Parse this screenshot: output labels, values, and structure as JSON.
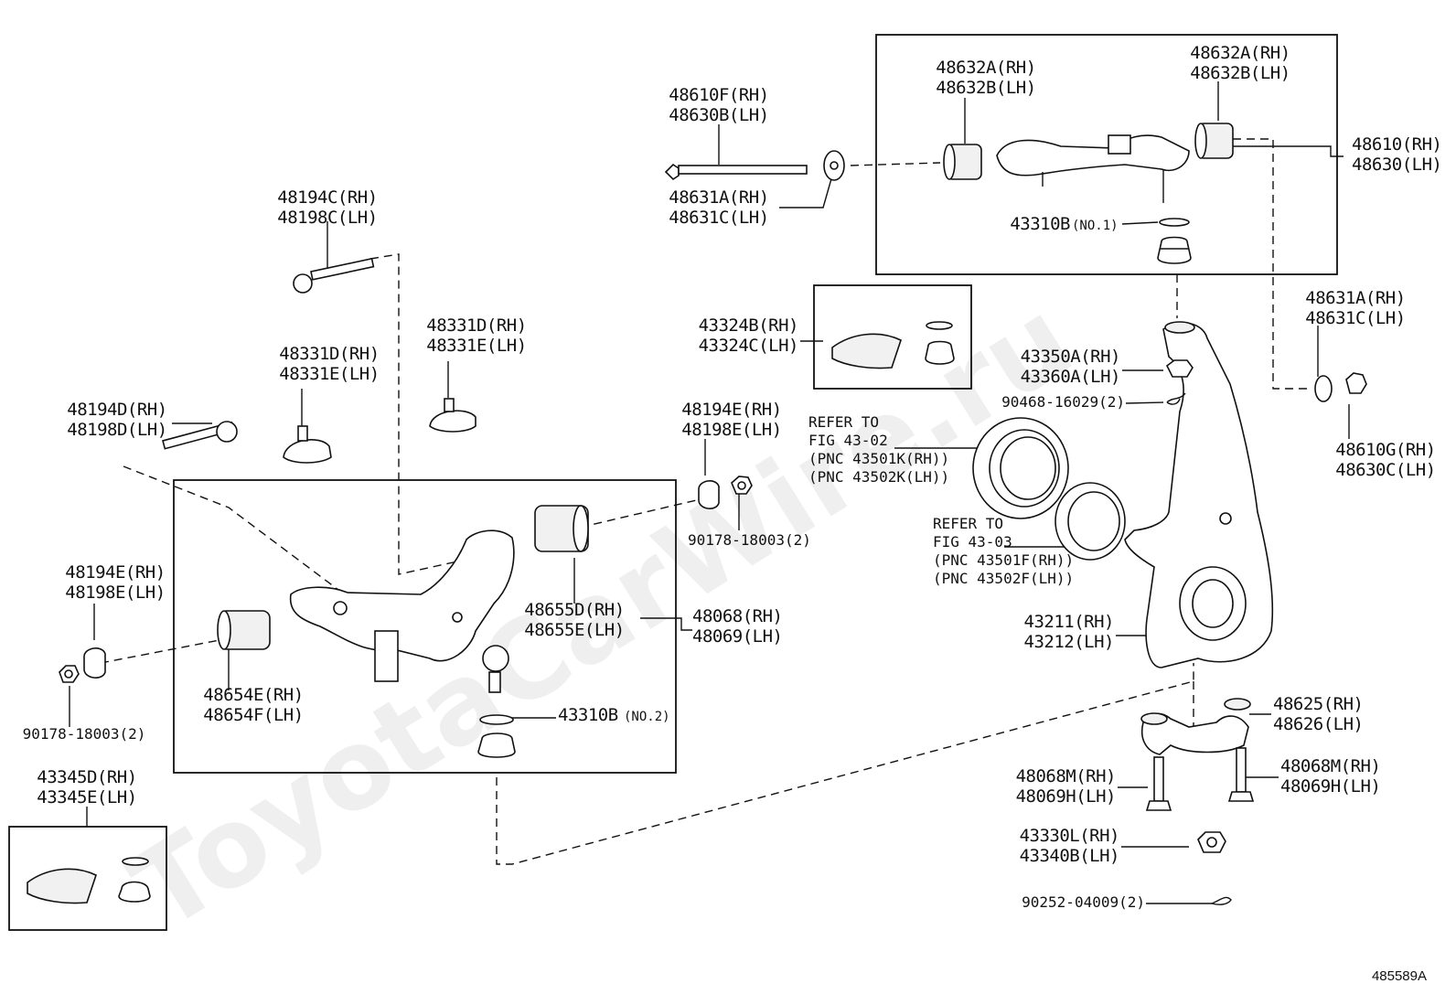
{
  "watermark": "ToyotaCarWire.ru",
  "diagram_id": "485589A",
  "labels": {
    "l48610F": [
      "48610F(RH)",
      "48630B(LH)"
    ],
    "l48631A_top": [
      "48631A(RH)",
      "48631C(LH)"
    ],
    "l48632A_left": [
      "48632A(RH)",
      "48632B(LH)"
    ],
    "l48632A_right": [
      "48632A(RH)",
      "48632B(LH)"
    ],
    "l48610_right": [
      "48610(RH)",
      "48630(LH)"
    ],
    "l43310B_no1": "43310B",
    "l43310B_no1_sub": "(NO.1)",
    "l48194C": [
      "48194C(RH)",
      "48198C(LH)"
    ],
    "l48331D_a": [
      "48331D(RH)",
      "48331E(LH)"
    ],
    "l48331D_b": [
      "48331D(RH)",
      "48331E(LH)"
    ],
    "l48194D": [
      "48194D(RH)",
      "48198D(LH)"
    ],
    "l43324B": [
      "43324B(RH)",
      "43324C(LH)"
    ],
    "l43350A": [
      "43350A(RH)",
      "43360A(LH)"
    ],
    "l90468": "90468-16029(2)",
    "l48631A_right": [
      "48631A(RH)",
      "48631C(LH)"
    ],
    "l48610G": [
      "48610G(RH)",
      "48630C(LH)"
    ],
    "l48194E_top": [
      "48194E(RH)",
      "48198E(LH)"
    ],
    "l90178_top": "90178-18003(2)",
    "l_refer1": [
      "REFER TO",
      "FIG 43-02",
      "(PNC 43501K(RH))",
      "(PNC 43502K(LH))"
    ],
    "l_refer2": [
      "REFER TO",
      "FIG 43-03",
      "(PNC 43501F(RH))",
      "(PNC 43502F(LH))"
    ],
    "l48194E_left": [
      "48194E(RH)",
      "48198E(LH)"
    ],
    "l90178_left": "90178-18003(2)",
    "l48655D": [
      "48655D(RH)",
      "48655E(LH)"
    ],
    "l48068": [
      "48068(RH)",
      "48069(LH)"
    ],
    "l48654E": [
      "48654E(RH)",
      "48654F(LH)"
    ],
    "l43310B_no2": "43310B",
    "l43310B_no2_sub": "(NO.2)",
    "l43211": [
      "43211(RH)",
      "43212(LH)"
    ],
    "l48625": [
      "48625(RH)",
      "48626(LH)"
    ],
    "l48068M_left": [
      "48068M(RH)",
      "48069H(LH)"
    ],
    "l48068M_right": [
      "48068M(RH)",
      "48069H(LH)"
    ],
    "l43330L": [
      "43330L(RH)",
      "43340B(LH)"
    ],
    "l90252": "90252-04009(2)",
    "l43345D": [
      "43345D(RH)",
      "43345E(LH)"
    ]
  }
}
